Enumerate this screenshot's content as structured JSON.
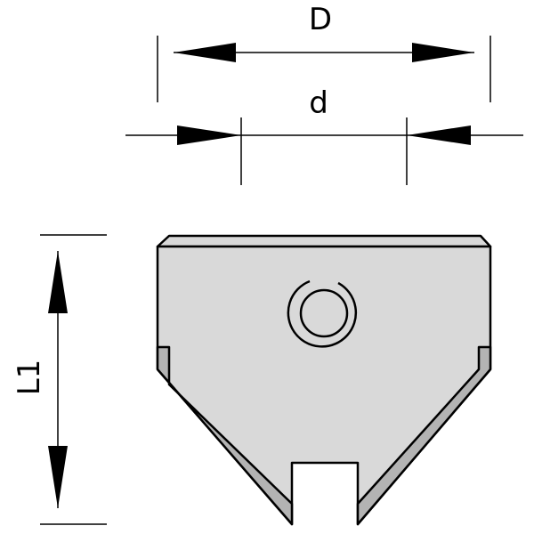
{
  "dimensions": {
    "outer_diameter": "D",
    "inner_diameter": "d",
    "length": "L1"
  },
  "colors": {
    "body_fill": "#d9d9d9",
    "bevel_fill": "#b3b3b3",
    "stroke": "#000000",
    "background": "#ffffff"
  }
}
